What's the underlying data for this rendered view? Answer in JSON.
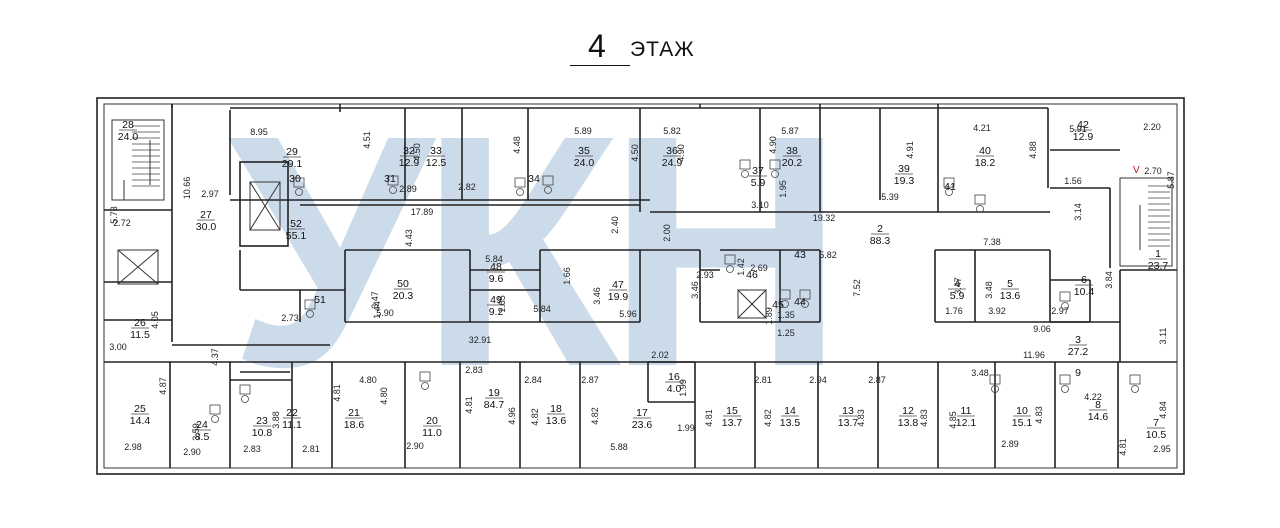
{
  "title": {
    "number": "4",
    "word": "ЭТАЖ"
  },
  "watermark": "УКН",
  "colors": {
    "watermark": "#7aa0c8",
    "walls": "#222222",
    "accent_mark": "#cc1111"
  },
  "rooms": [
    {
      "n": "28",
      "a": "24.0"
    },
    {
      "n": "27",
      "a": "30.0"
    },
    {
      "n": "29",
      "a": "29.1"
    },
    {
      "n": "30",
      "a": ""
    },
    {
      "n": "31",
      "a": ""
    },
    {
      "n": "32",
      "a": "12.9"
    },
    {
      "n": "33",
      "a": "12.5"
    },
    {
      "n": "34",
      "a": ""
    },
    {
      "n": "35",
      "a": "24.0"
    },
    {
      "n": "36",
      "a": "24.9"
    },
    {
      "n": "37",
      "a": "5.9"
    },
    {
      "n": "38",
      "a": "20.2"
    },
    {
      "n": "39",
      "a": "19.3"
    },
    {
      "n": "40",
      "a": "18.2"
    },
    {
      "n": "41",
      "a": ""
    },
    {
      "n": "42",
      "a": "12.9"
    },
    {
      "n": "1",
      "a": "23.7"
    },
    {
      "n": "52",
      "a": "55.1"
    },
    {
      "n": "2",
      "a": "88.3"
    },
    {
      "n": "48",
      "a": "9.6"
    },
    {
      "n": "49",
      "a": "9.2"
    },
    {
      "n": "50",
      "a": "20.3"
    },
    {
      "n": "51",
      "a": ""
    },
    {
      "n": "47",
      "a": "19.9"
    },
    {
      "n": "46",
      "a": ""
    },
    {
      "n": "43",
      "a": ""
    },
    {
      "n": "44",
      "a": ""
    },
    {
      "n": "45",
      "a": ""
    },
    {
      "n": "4",
      "a": "5.9"
    },
    {
      "n": "5",
      "a": "13.6"
    },
    {
      "n": "6",
      "a": "10.4"
    },
    {
      "n": "3",
      "a": "27.2"
    },
    {
      "n": "26",
      "a": "11.5"
    },
    {
      "n": "25",
      "a": "14.4"
    },
    {
      "n": "24",
      "a": "8.5"
    },
    {
      "n": "23",
      "a": "10.8"
    },
    {
      "n": "22",
      "a": "11.1"
    },
    {
      "n": "21",
      "a": "18.6"
    },
    {
      "n": "20",
      "a": "11.0"
    },
    {
      "n": "19",
      "a": "84.7"
    },
    {
      "n": "18",
      "a": "13.6"
    },
    {
      "n": "17",
      "a": "23.6"
    },
    {
      "n": "16",
      "a": "4.0"
    },
    {
      "n": "15",
      "a": "13.7"
    },
    {
      "n": "14",
      "a": "13.5"
    },
    {
      "n": "13",
      "a": "13.7"
    },
    {
      "n": "12",
      "a": "13.8"
    },
    {
      "n": "11",
      "a": "12.1"
    },
    {
      "n": "10",
      "a": "15.1"
    },
    {
      "n": "9",
      "a": ""
    },
    {
      "n": "8",
      "a": "14.6"
    },
    {
      "n": "7",
      "a": "10.5"
    }
  ],
  "dims": [
    "5.73",
    "2.72",
    "10.66",
    "2.97",
    "8.95",
    "4.51",
    "4.50",
    "2.89",
    "4.48",
    "2.82",
    "5.89",
    "4.50",
    "5.82",
    "4.90",
    "4.90",
    "1.95",
    "3.10",
    "5.87",
    "4.91",
    "4.21",
    "4.88",
    "5.91",
    "2.20",
    "2.70",
    "5.87",
    "1.56",
    "3.14",
    "17.89",
    "19.32",
    "5.39",
    "7.38",
    "4.43",
    "2.40",
    "2.00",
    "5.84",
    "1.66",
    "3.46",
    "1.65",
    "5.84",
    "2.93",
    "1.42",
    "2.69",
    "3.46",
    "1.35",
    "1.25",
    "1.89",
    "5.82",
    "7.52",
    "3.47",
    "3.48",
    "3.84",
    "3.47",
    "1.76",
    "3.92",
    "2.97",
    "9.06",
    "4.05",
    "3.00",
    "1.44",
    "2.73",
    "5.90",
    "5.96",
    "32.91",
    "2.02",
    "3.11",
    "11.96",
    "2.83",
    "4.37",
    "4.80",
    "2.84",
    "2.87",
    "2.81",
    "2.94",
    "2.87",
    "3.48",
    "1.99",
    "1.99",
    "4.87",
    "3.59",
    "3.88",
    "4.81",
    "4.80",
    "4.81",
    "4.96",
    "4.82",
    "4.82",
    "4.81",
    "4.82",
    "4.83",
    "4.83",
    "4.85",
    "4.83",
    "4.22",
    "4.84",
    "4.81",
    "2.98",
    "2.90",
    "2.83",
    "2.81",
    "2.90",
    "5.88",
    "2.89",
    "2.95"
  ]
}
